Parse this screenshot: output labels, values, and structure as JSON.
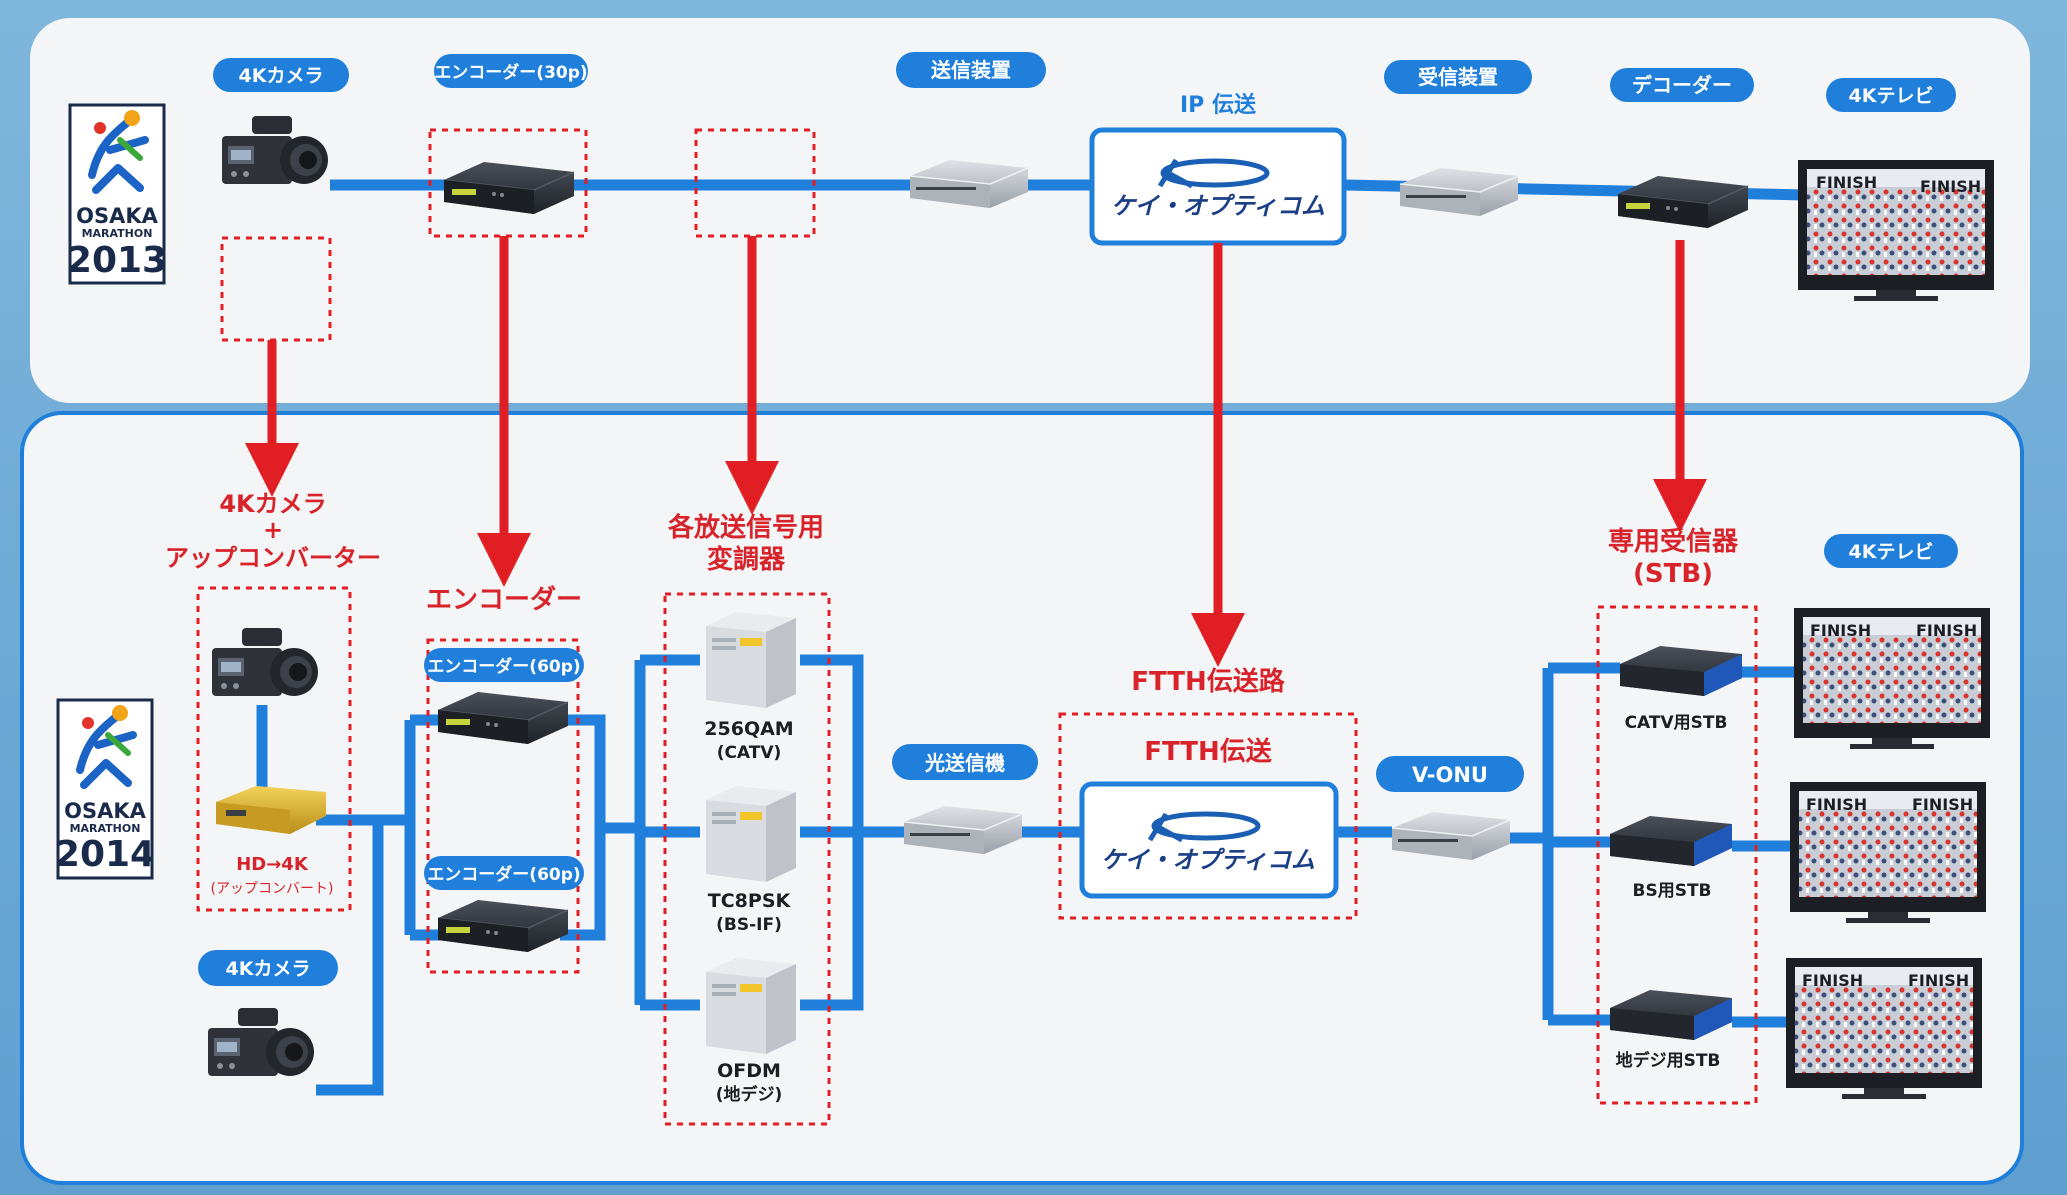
{
  "colors": {
    "line": "#1f7fdb",
    "arrow": "#e01e24",
    "red_label": "#d8232a",
    "pill": "#1f7fdb",
    "panel": "#f4f5f7",
    "device_dark": "#2b2f36",
    "device_silver": "#b9bec5",
    "logo_blue": "#1b5fb4"
  },
  "top": {
    "marathon_logo": {
      "line1": "OSAKA",
      "line2": "MARATHON",
      "year": "2013"
    },
    "pills": {
      "camera": "4Kカメラ",
      "encoder": "エンコーダー(30p)",
      "transmitter": "送信装置",
      "receiver": "受信装置",
      "decoder": "デコーダー",
      "tv": "4Kテレビ"
    },
    "ip_label": "IP 伝送",
    "kopt_logo_text": "ケイ・オプティコム",
    "tv_screen": {
      "left": "FINISH",
      "right": "FINISH"
    }
  },
  "bottom": {
    "marathon_logo": {
      "line1": "OSAKA",
      "line2": "MARATHON",
      "year": "2014"
    },
    "labels": {
      "camera_upconv_1": "4Kカメラ",
      "camera_upconv_2": "+",
      "camera_upconv_3": "アップコンバーター",
      "encoder": "エンコーダー",
      "modulator_1": "各放送信号用",
      "modulator_2": "変調器",
      "ftth_path": "FTTH伝送路",
      "ftth_trans": "FTTH伝送",
      "stb_1": "専用受信器",
      "stb_2": "(STB)"
    },
    "upconv": {
      "line1": "HD→4K",
      "line2": "(アップコンバート)"
    },
    "pills": {
      "camera": "4Kカメラ",
      "encoder_a": "エンコーダー(60p)",
      "encoder_b": "エンコーダー(60p)",
      "optical_tx": "光送信機",
      "vonu": "V-ONU",
      "tv": "4Kテレビ"
    },
    "modulators": [
      {
        "name": "256QAM",
        "sub": "(CATV)"
      },
      {
        "name": "TC8PSK",
        "sub": "(BS-IF)"
      },
      {
        "name": "OFDM",
        "sub": "(地デジ)"
      }
    ],
    "stbs": [
      "CATV用STB",
      "BS用STB",
      "地デジ用STB"
    ],
    "kopt_logo_text": "ケイ・オプティコム",
    "tv_screen": {
      "left": "FINISH",
      "right": "FINISH"
    }
  }
}
